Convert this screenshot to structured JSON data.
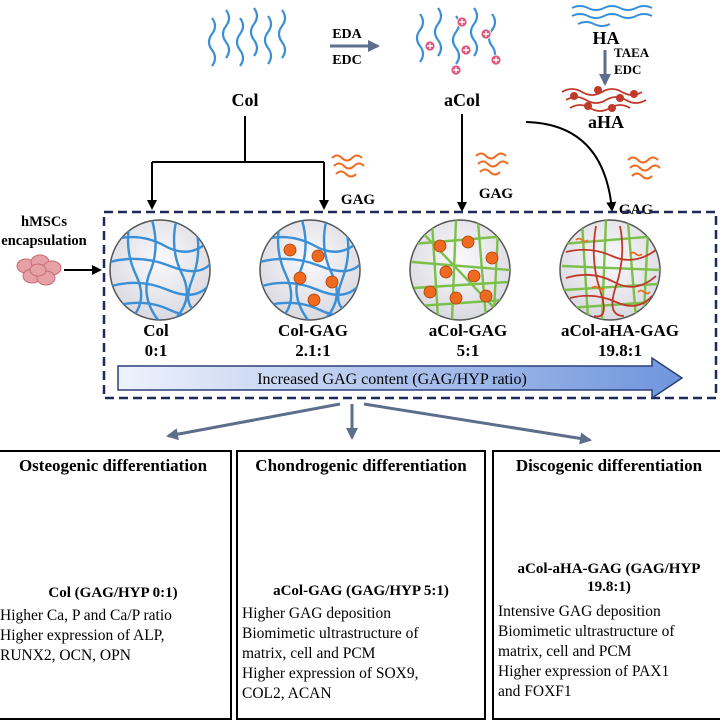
{
  "top": {
    "col": "Col",
    "eda": "EDA",
    "edc1": "EDC",
    "acol": "aCol",
    "ha": "HA",
    "taea": "TAEA",
    "edc2": "EDC",
    "aha": "aHA"
  },
  "gag_tags": [
    "GAG",
    "GAG",
    "GAG"
  ],
  "cells_label": [
    "hMSCs",
    "encapsulation"
  ],
  "scaffolds": [
    {
      "name": "Col",
      "ratio": "0:1"
    },
    {
      "name": "Col-GAG",
      "ratio": "2.1:1"
    },
    {
      "name": "aCol-GAG",
      "ratio": "5:1"
    },
    {
      "name": "aCol-aHA-GAG",
      "ratio": "19.8:1"
    }
  ],
  "gradient_arrow": "Increased GAG content (GAG/HYP ratio)",
  "outcomes": [
    {
      "title": "Osteogenic differentiation",
      "subtitle": [
        "Col (GAG/HYP 0:1)"
      ],
      "lines": [
        "Higher Ca, P and Ca/P ratio",
        "Higher expression of ALP,",
        "RUNX2, OCN, OPN"
      ]
    },
    {
      "title": "Chondrogenic differentiation",
      "subtitle": [
        "aCol-GAG (GAG/HYP 5:1)"
      ],
      "lines": [
        "Higher GAG deposition",
        "Biomimetic ultrastructure of",
        "matrix, cell and PCM",
        "Higher expression of SOX9,",
        "COL2, ACAN"
      ]
    },
    {
      "title": "Discogenic differentiation",
      "subtitle": [
        "aCol-aHA-GAG (GAG/HYP",
        "19.8:1)"
      ],
      "lines": [
        "Intensive GAG deposition",
        "Biomimetic ultrastructure of",
        "matrix, cell and PCM",
        "Higher expression of PAX1",
        "and FOXF1"
      ]
    }
  ],
  "colors": {
    "collagen": "#3a8fd6",
    "gag_fiber": "#7cc04a",
    "gag_particle": "#ef6a1e",
    "ha_fiber": "#c0392b",
    "circle_fill": "#ececf0",
    "dashed_frame": "#1f2a5a",
    "arrow_fill": "#b9c9ee"
  }
}
